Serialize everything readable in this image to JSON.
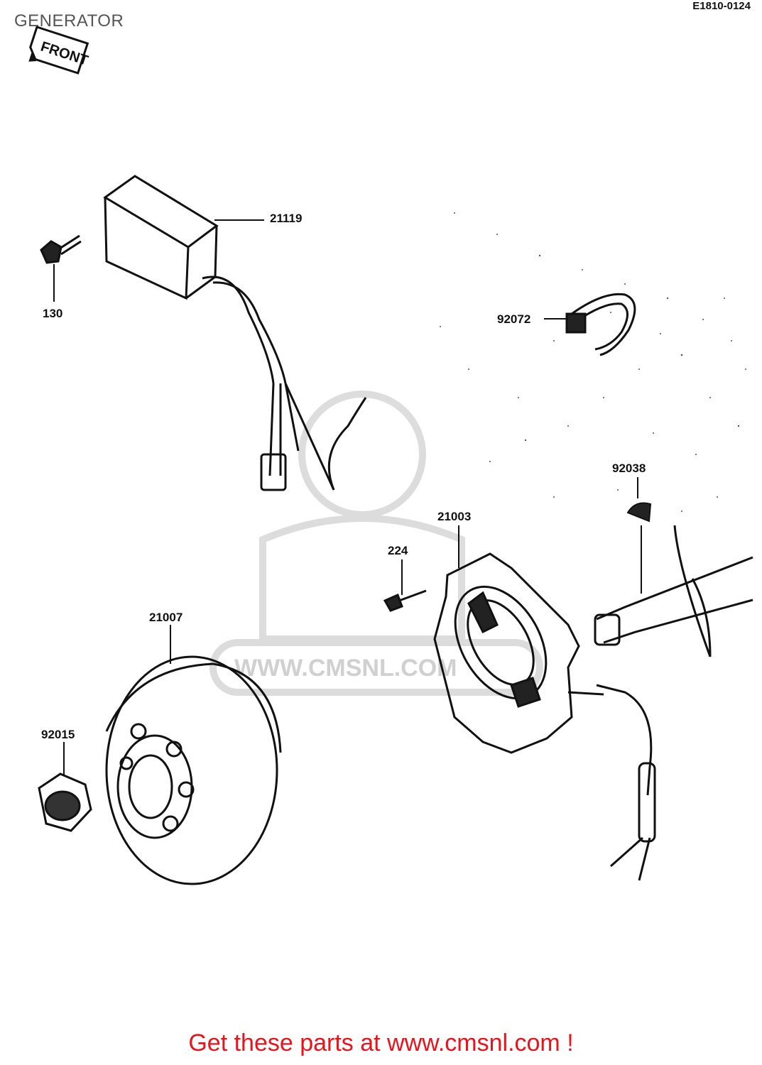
{
  "header": {
    "title": "GENERATOR",
    "diagram_code": "E1810-0124"
  },
  "direction_tag": "FRONT",
  "watermark": "WWW.CMSNL.COM",
  "parts": [
    {
      "part_no": "21119"
    },
    {
      "part_no": "130"
    },
    {
      "part_no": "92072"
    },
    {
      "part_no": "92038"
    },
    {
      "part_no": "21003"
    },
    {
      "part_no": "224"
    },
    {
      "part_no": "21007"
    },
    {
      "part_no": "92015"
    }
  ],
  "footer": {
    "cta": "Get these parts at www.cmsnl.com !",
    "cta_color": "#e8131b"
  }
}
